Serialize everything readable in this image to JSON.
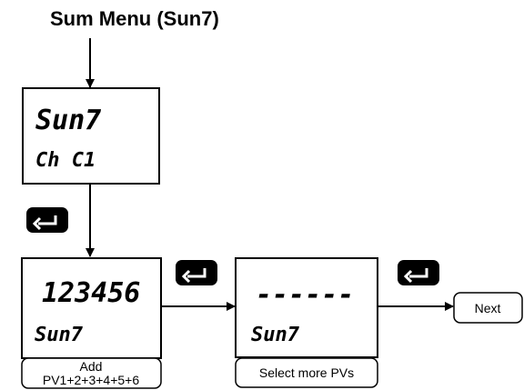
{
  "title": "Sum Menu (Sun7)",
  "display_top": {
    "line1": "Sun7",
    "line2": "Ch C1"
  },
  "display_add": {
    "line1": "123456",
    "line2": "Sun7",
    "caption_line1": "Add",
    "caption_line2": "PV1+2+3+4+5+6"
  },
  "display_select": {
    "line1": "------",
    "line2": "Sun7",
    "caption": "Select more PVs"
  },
  "next_label": "Next",
  "icons": {
    "enter": "enter-icon"
  }
}
